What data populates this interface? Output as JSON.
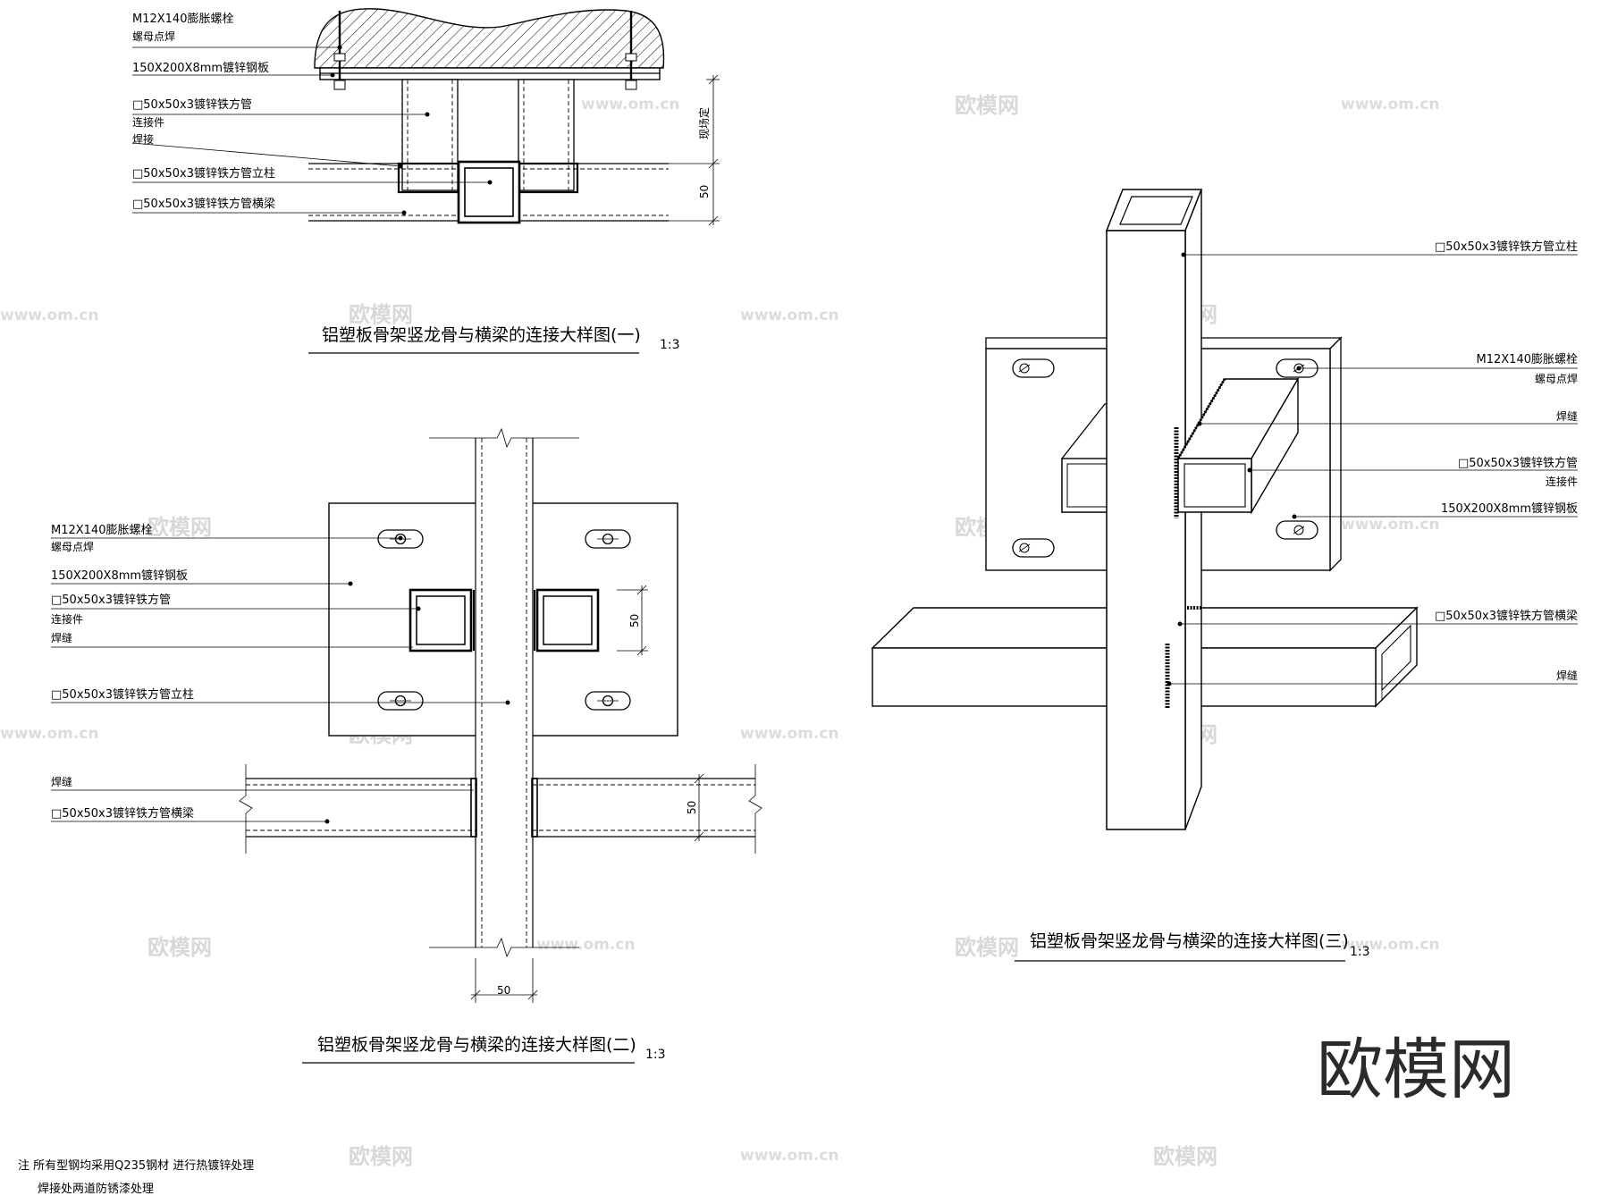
{
  "detail1": {
    "labels": {
      "bolt": "M12X140膨胀螺栓",
      "bolt_note": "螺母点焊",
      "plate": "150X200X8mm镀锌钢板",
      "tube": "□50x50x3镀锌铁方管",
      "connector": "连接件",
      "weld": "焊接",
      "post": "□50x50x3镀锌铁方管立柱",
      "beam": "□50x50x3镀锌铁方管横梁"
    },
    "dim_vertical": "50",
    "dim_note": "现场定",
    "title": "铝塑板骨架竖龙骨与横梁的连接大样图(一)",
    "scale": "1:3"
  },
  "detail2": {
    "labels": {
      "bolt": "M12X140膨胀螺栓",
      "bolt_note": "螺母点焊",
      "plate": "150X200X8mm镀锌钢板",
      "tube": "□50x50x3镀锌铁方管",
      "connector": "连接件",
      "weld_seam": "焊缝",
      "post": "□50x50x3镀锌铁方管立柱",
      "weld_seam2": "焊缝",
      "beam": "□50x50x3镀锌铁方管横梁"
    },
    "dim_tube": "50",
    "dim_beam": "50",
    "dim_post": "50",
    "title": "铝塑板骨架竖龙骨与横梁的连接大样图(二)",
    "scale": "1:3"
  },
  "detail3": {
    "labels": {
      "post": "□50x50x3镀锌铁方管立柱",
      "bolt": "M12X140膨胀螺栓",
      "bolt_note": "螺母点焊",
      "weld_seam": "焊缝",
      "tube": "□50x50x3镀锌铁方管",
      "connector": "连接件",
      "plate": "150X200X8mm镀锌钢板",
      "beam": "□50x50x3镀锌铁方管横梁",
      "weld_seam2": "焊缝"
    },
    "title": "铝塑板骨架竖龙骨与横梁的连接大样图(三)",
    "scale": "1:3"
  },
  "notes": {
    "line1": "注  所有型钢均采用Q235钢材  进行热镀锌处理",
    "line2": "焊接处两道防锈漆处理"
  },
  "watermark": {
    "brand": "欧模网",
    "url": "www.om.cn",
    "corner_brand": "欧模网"
  }
}
